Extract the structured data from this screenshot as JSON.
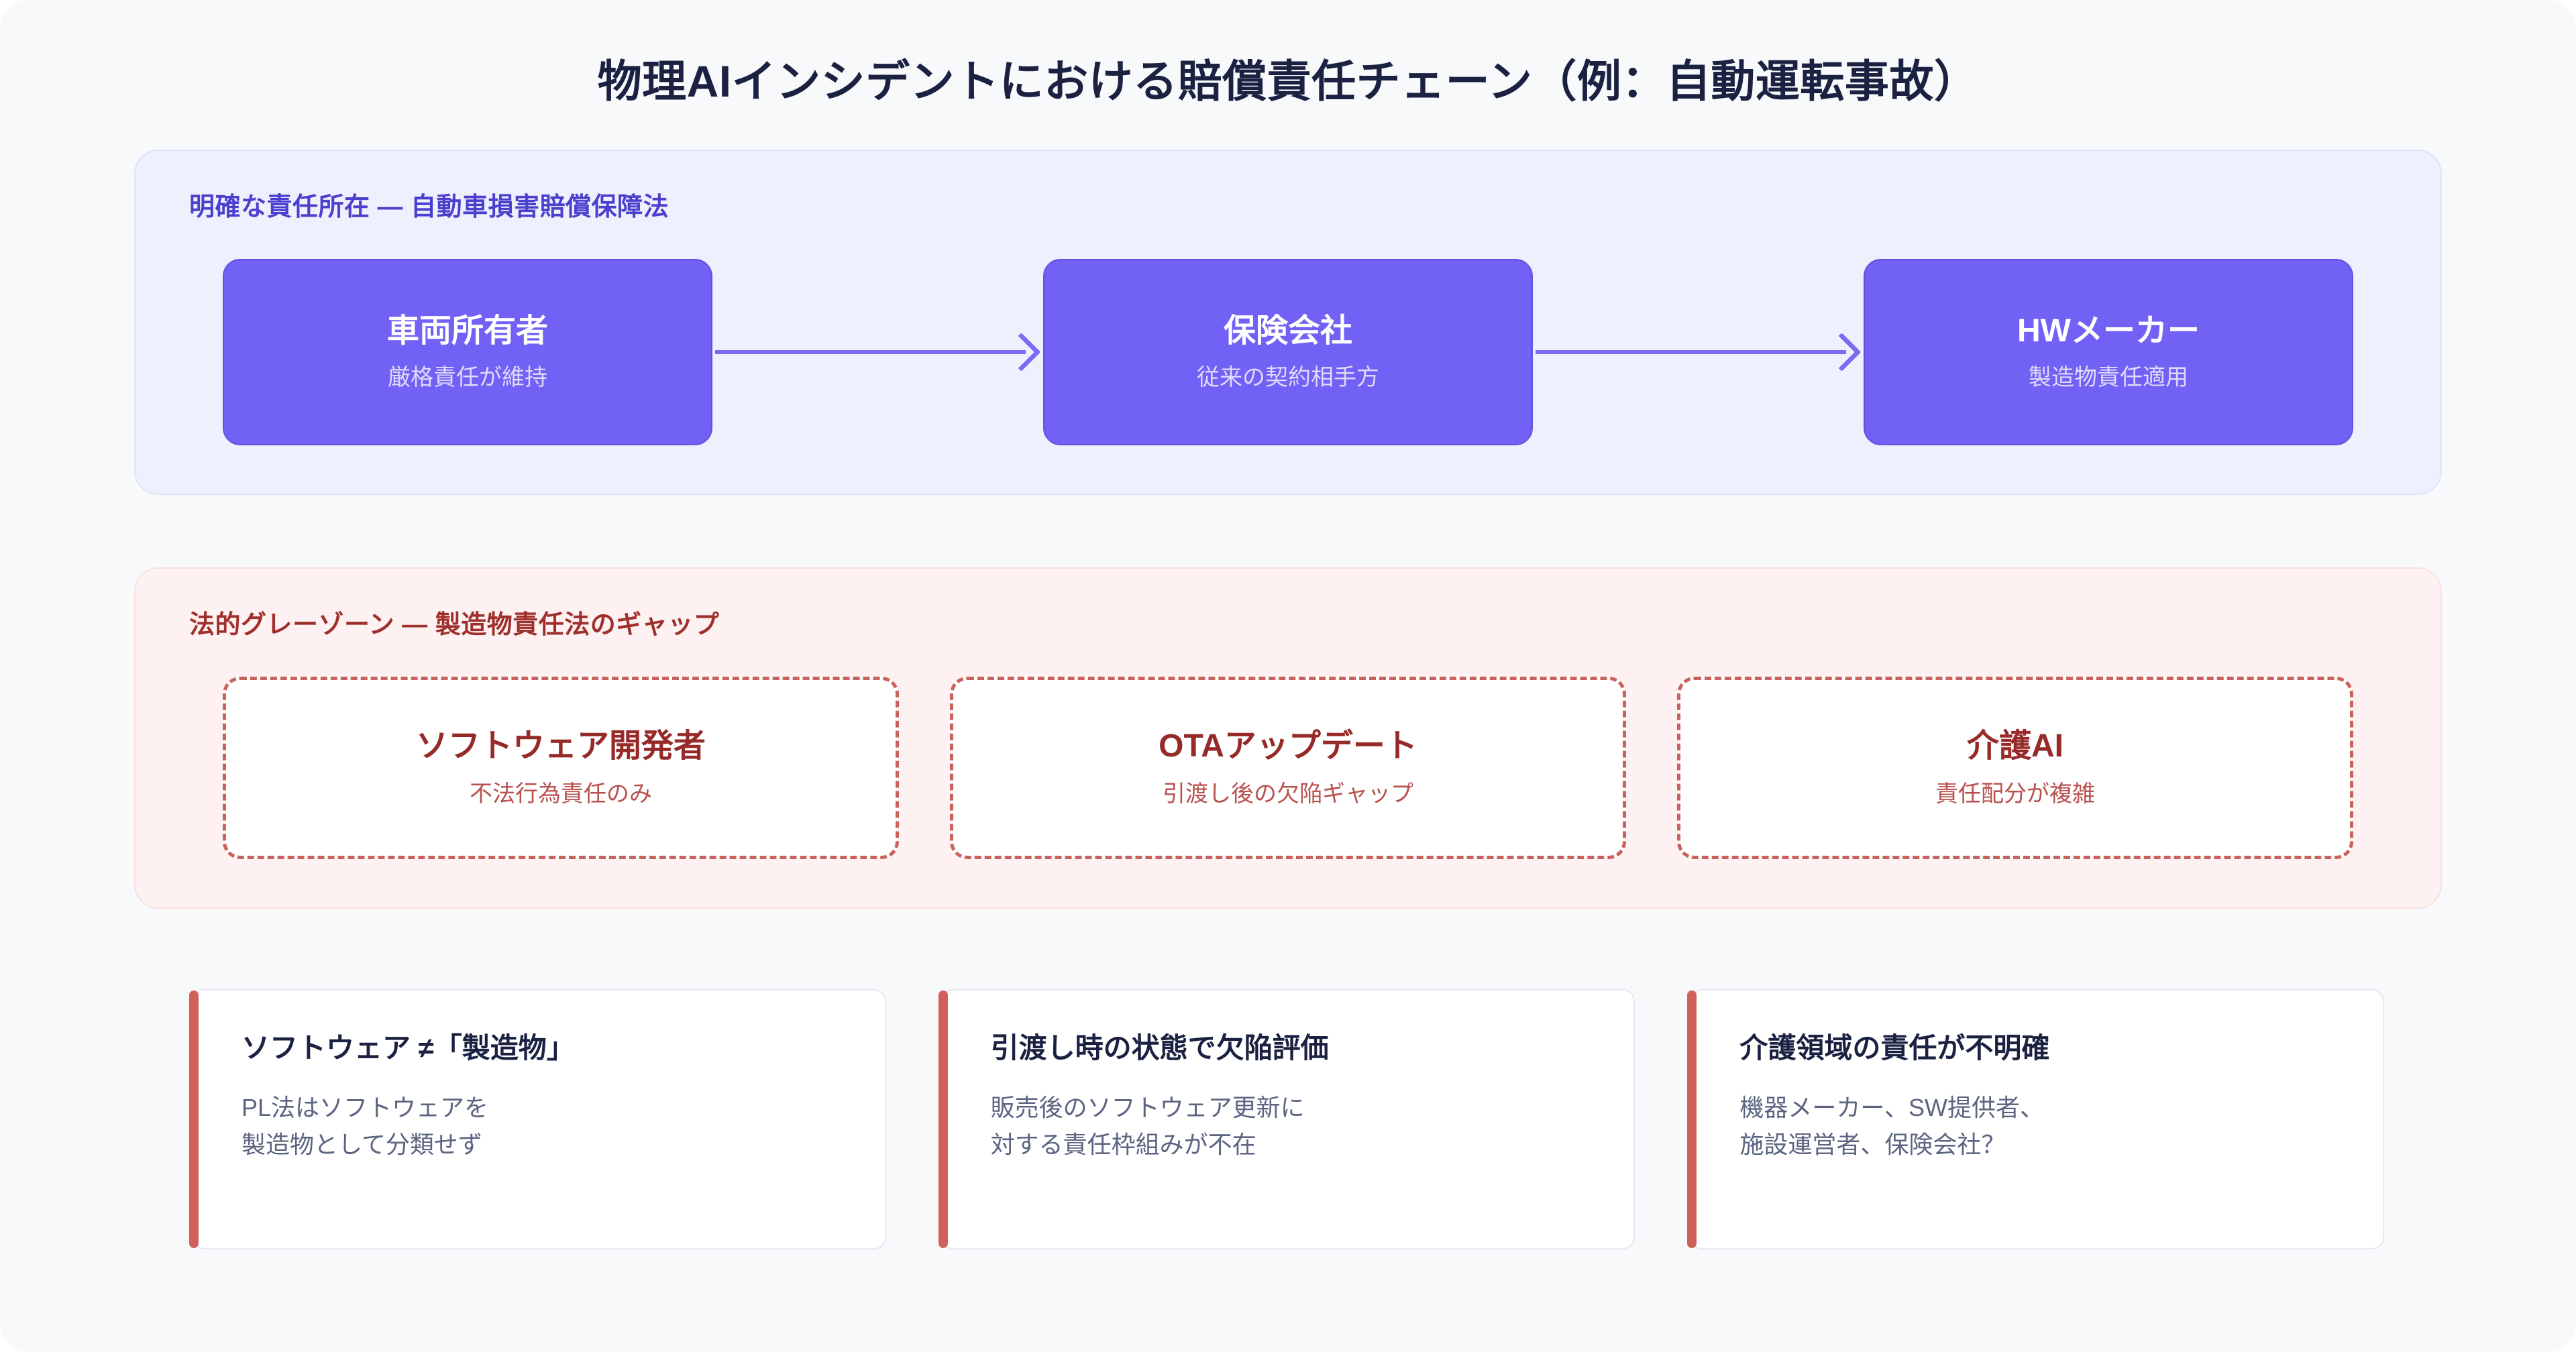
{
  "title": "物理AIインシデントにおける賠償責任チェーン（例：自動運転事故）",
  "colors": {
    "page_background": "#f8f9fb",
    "title_text": "#1b2141",
    "clear_panel_background": "#eef0fd",
    "clear_panel_border": "#e0e3fa",
    "clear_accent": "#4b3fce",
    "solid_node_fill": "#7161f5",
    "solid_node_border": "#6252e0",
    "arrow": "#7a6bf0",
    "gray_panel_background": "#fdf2f1",
    "gray_panel_border": "#f8e0de",
    "gray_accent": "#9e2f2c",
    "dashed_border": "#c9615c",
    "dashed_title": "#962a28",
    "dashed_sub": "#b8504d",
    "note_accent_bar": "#d2605a",
    "note_title": "#1b2141",
    "note_body": "#5b6480"
  },
  "clear_section": {
    "label": "明確な責任所在 — 自動車損害賠償保障法",
    "nodes": [
      {
        "title": "車両所有者",
        "subtitle": "厳格責任が維持"
      },
      {
        "title": "保険会社",
        "subtitle": "従来の契約相手方"
      },
      {
        "title": "HWメーカー",
        "subtitle": "製造物責任適用"
      }
    ],
    "connector_icons": [
      "arrow-right-icon",
      "arrow-right-icon"
    ]
  },
  "gray_section": {
    "label": "法的グレーゾーン — 製造物責任法のギャップ",
    "nodes": [
      {
        "title": "ソフトウェア開発者",
        "subtitle": "不法行為責任のみ"
      },
      {
        "title": "OTAアップデート",
        "subtitle": "引渡し後の欠陥ギャップ"
      },
      {
        "title": "介護AI",
        "subtitle": "責任配分が複雑"
      }
    ]
  },
  "notes": [
    {
      "title": "ソフトウェア ≠「製造物」",
      "line1": "PL法はソフトウェアを",
      "line2": "製造物として分類せず"
    },
    {
      "title": "引渡し時の状態で欠陥評価",
      "line1": "販売後のソフトウェア更新に",
      "line2": "対する責任枠組みが不在"
    },
    {
      "title": "介護領域の責任が不明確",
      "line1": "機器メーカー、SW提供者、",
      "line2": "施設運営者、保険会社？"
    }
  ]
}
